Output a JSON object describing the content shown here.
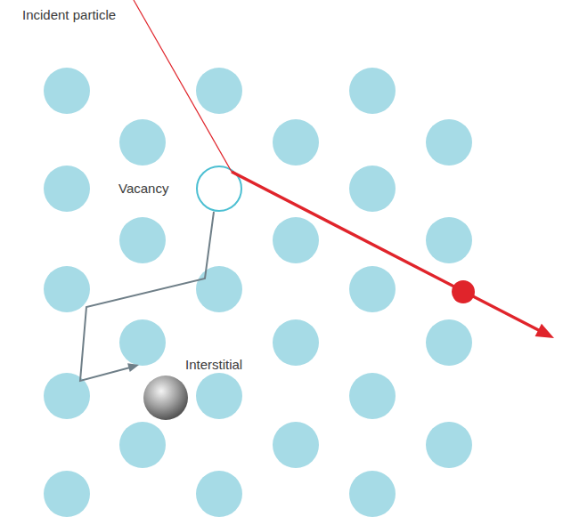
{
  "diagram": {
    "labels": [
      "Incident particle",
      "Vacancy",
      "Interstitial"
    ]
  }
}
